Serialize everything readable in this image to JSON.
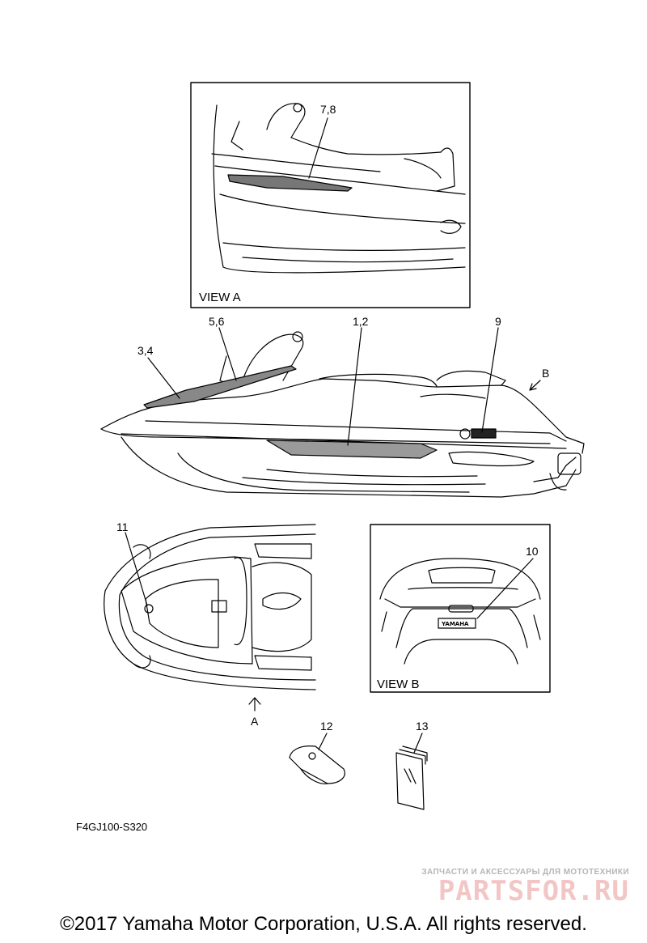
{
  "views": {
    "view_a_label": "VIEW A",
    "view_b_label": "VIEW B",
    "arrow_a_label": "A",
    "arrow_b_label": "B"
  },
  "callouts": {
    "c78": "7,8",
    "c56": "5,6",
    "c34": "3,4",
    "c12": "1,2",
    "c9": "9",
    "c10": "10",
    "c11": "11",
    "c12b": "12",
    "c13": "13"
  },
  "decal_text": {
    "yamaha_b": "YAMAHA"
  },
  "footer": {
    "drawing_code": "F4GJ100-S320",
    "watermark_line1": "ЗАПЧАСТИ И АКСЕССУАРЫ ДЛЯ МОТОТЕХНИКИ",
    "watermark_line2": "PARTSFOR.RU",
    "copyright": "©2017 Yamaha Motor Corporation, U.S.A. All rights reserved."
  }
}
